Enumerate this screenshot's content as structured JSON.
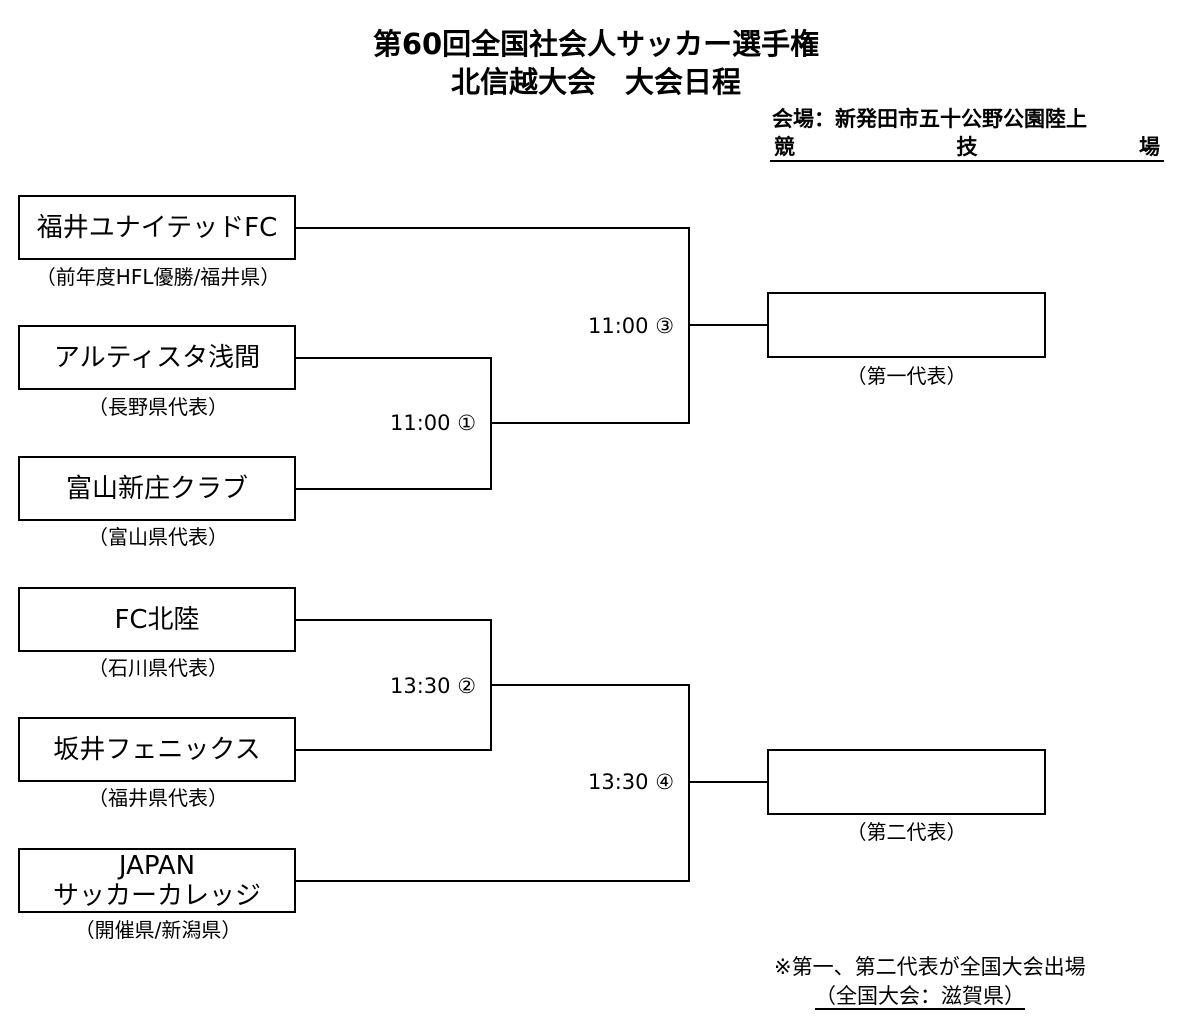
{
  "header": {
    "title_line1": "第60回全国社会人サッカー選手権",
    "title_line2": "北信越大会　大会日程",
    "venue_line1": "会場：新発田市五十公野公園陸上",
    "venue_line2_a": "競",
    "venue_line2_b": "技",
    "venue_line2_c": "場"
  },
  "teams": [
    {
      "name": "福井ユナイテッドFC",
      "sub": "（前年度HFL優勝/福井県）"
    },
    {
      "name": "アルティスタ浅間",
      "sub": "（長野県代表）"
    },
    {
      "name": "富山新庄クラブ",
      "sub": "（富山県代表）"
    },
    {
      "name": "FC北陸",
      "sub": "（石川県代表）"
    },
    {
      "name": "坂井フェニックス",
      "sub": "（福井県代表）"
    },
    {
      "name_line1": "JAPAN",
      "name_line2": "サッカーカレッジ",
      "sub": "（開催県/新潟県）"
    }
  ],
  "matches": [
    {
      "time": "11:00",
      "no": "①"
    },
    {
      "time": "13:30",
      "no": "②"
    },
    {
      "time": "11:00",
      "no": "③"
    },
    {
      "time": "13:30",
      "no": "④"
    }
  ],
  "results": [
    {
      "label": "（第一代表）"
    },
    {
      "label": "（第二代表）"
    }
  ],
  "footer": {
    "note": "※第一、第二代表が全国大会出場",
    "national": "（全国大会：滋賀県）"
  }
}
